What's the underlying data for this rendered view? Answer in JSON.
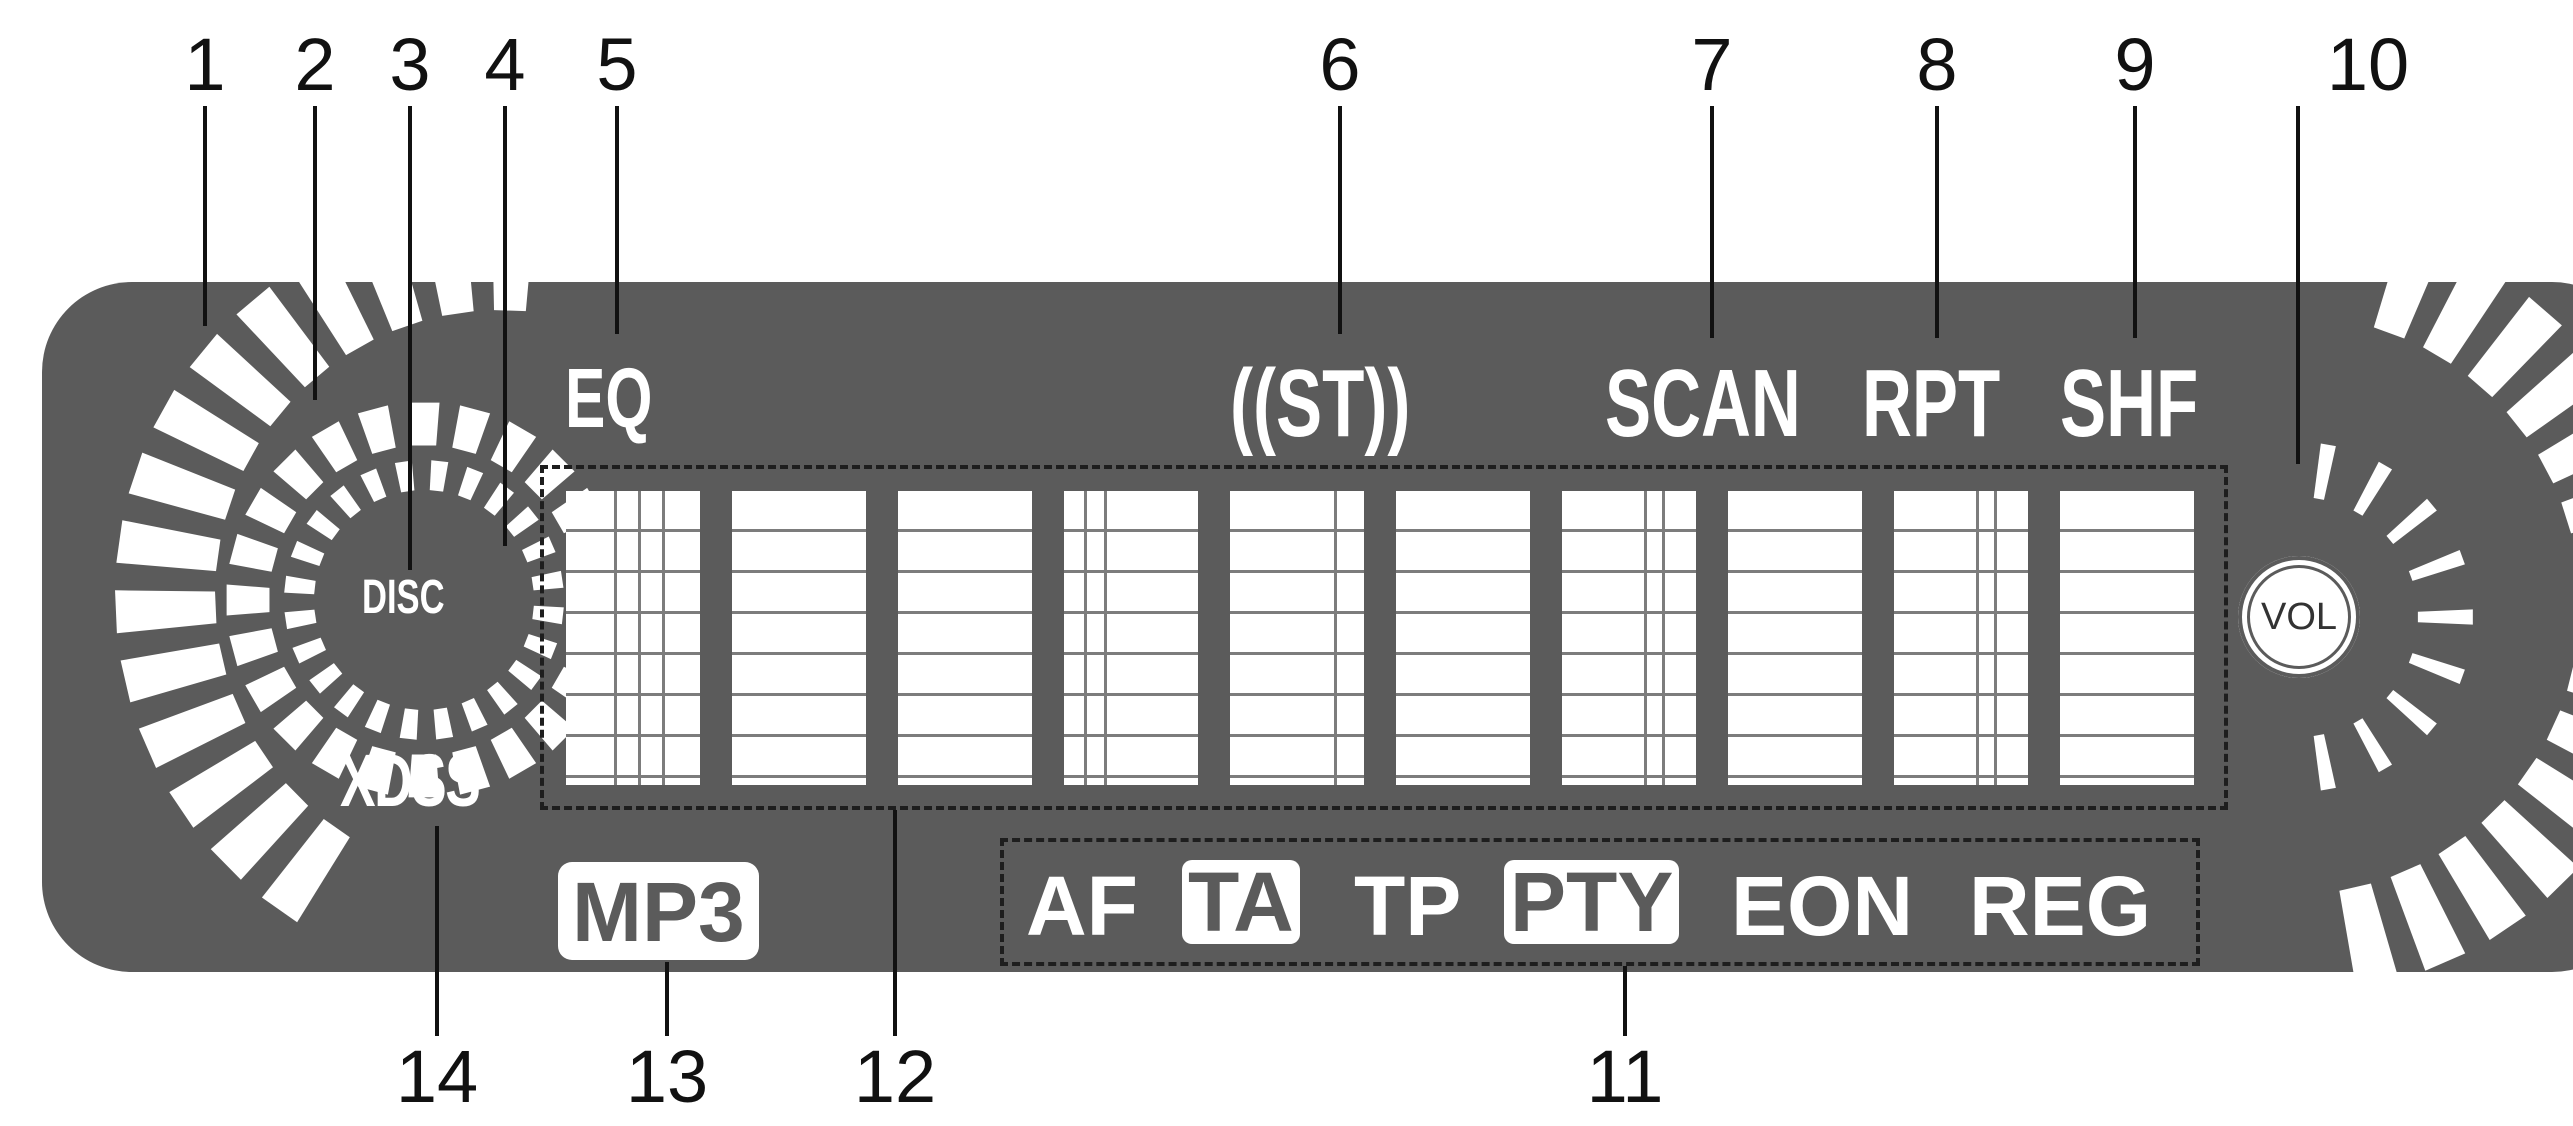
{
  "callout_numbers": [
    "1",
    "2",
    "3",
    "4",
    "5",
    "6",
    "7",
    "8",
    "9",
    "10",
    "11",
    "12",
    "13",
    "14"
  ],
  "indicators": {
    "eq": "EQ",
    "stereo": "((ST))",
    "scan": "SCAN",
    "repeat": "RPT",
    "shuffle": "SHF",
    "disc": "DISC",
    "xdss": "XDSS",
    "mp3": "MP3",
    "vol": "VOL"
  },
  "rds_indicators": [
    "AF",
    "TA",
    "TP",
    "PTY",
    "EON",
    "REG"
  ],
  "colors": {
    "panel": "#5b5b5b",
    "segment": "#ffffff",
    "dividers": "#7c7c7c",
    "labels": "#111111"
  }
}
